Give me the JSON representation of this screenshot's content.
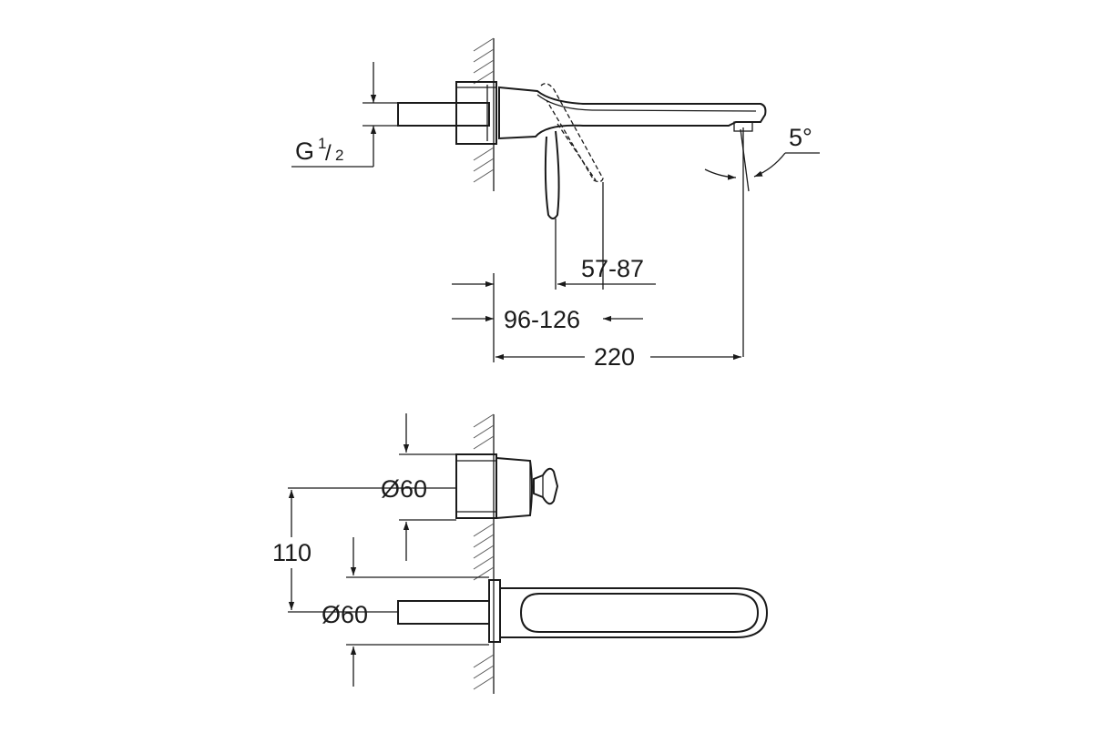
{
  "diagram": {
    "top_view": {
      "thread_label": "G",
      "thread_fraction_num": "1",
      "thread_fraction_den": "2",
      "angle": "5°",
      "dim_lever": "57-87",
      "dim_body": "96-126",
      "dim_spout": "220"
    },
    "front_view": {
      "diameter_upper": "Ø60",
      "diameter_lower": "Ø60",
      "center_distance": "110"
    }
  }
}
